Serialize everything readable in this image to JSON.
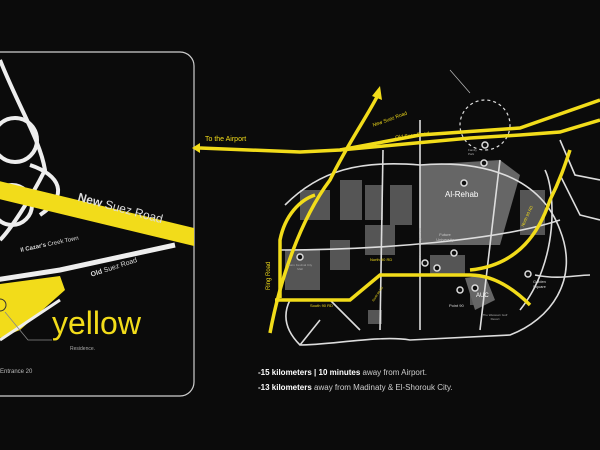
{
  "left_panel": {
    "new_suez_bold": "New",
    "new_suez_rest": "Suez Road",
    "creek_bold": "Il Cazar's",
    "creek_rest": "Creek Town",
    "old_suez_bold": "Old",
    "old_suez_rest": "Suez Road",
    "brand": "yellow",
    "brand_sub": "Residence.",
    "entrance": "Entrance 20"
  },
  "map": {
    "airport": "To the Airport",
    "new_suez": "New Suez Road",
    "old_suez": "Old Suez Road",
    "family_park": "Family Park",
    "al_rehab": "Al-Rehab",
    "north_90_side": "North 90 RD",
    "future_university": "Future University",
    "mohamed_naguib": "Mohamed Naguib Axis",
    "cfc_mall": "Cairo Festival City Mall",
    "ring_road": "Ring Road",
    "north_90": "North 90 RD",
    "south_90": "South 90 RD",
    "south_90_side": "South 90 RD",
    "point_90": "Point 90",
    "auc": "AUC",
    "golden_square": "Golden Square",
    "west_golf": "The Westown Golf Resort"
  },
  "info": {
    "line1_bold": "-15 kilometers | 10 minutes",
    "line1_rest": " away from Airport.",
    "line2_bold": "-13 kilometers",
    "line2_rest": " away from Madinaty & El-Shorouk City."
  },
  "colors": {
    "accent": "#f2dc1a",
    "background": "#0b0b0b",
    "road": "#e6e6e6",
    "district": "#5a5a5a"
  }
}
